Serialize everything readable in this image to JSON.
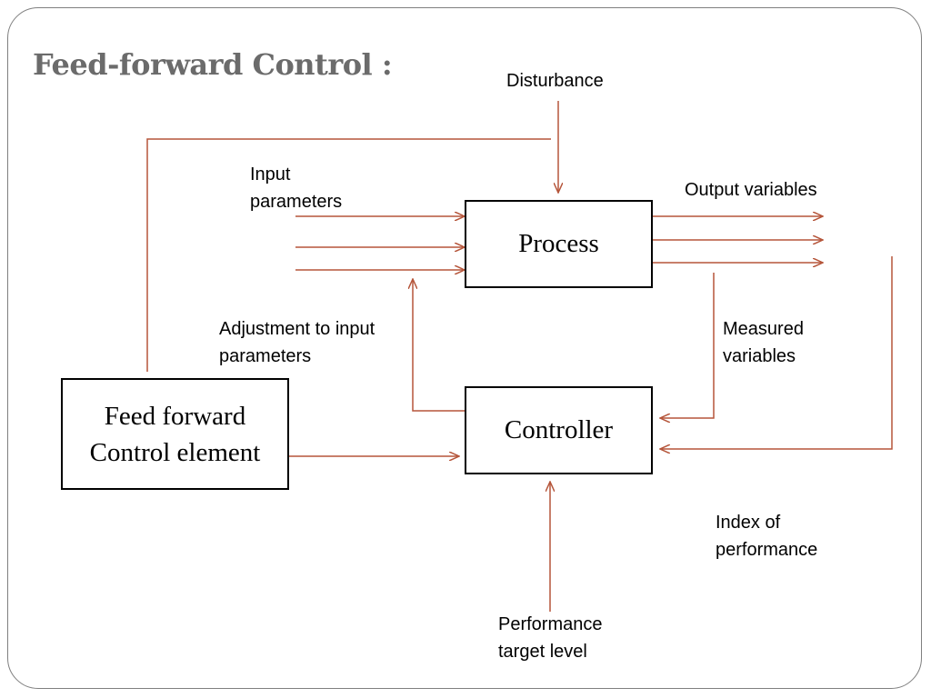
{
  "slide": {
    "title": "Feed-forward Control :"
  },
  "boxes": {
    "process": "Process",
    "controller": "Controller",
    "feed_forward_line1": "Feed forward",
    "feed_forward_line2": "Control element"
  },
  "labels": {
    "disturbance": "Disturbance",
    "input_parameters_line1": "Input",
    "input_parameters_line2": "parameters",
    "output_variables": "Output variables",
    "adjustment_line1": "Adjustment to input",
    "adjustment_line2": "parameters",
    "measured_line1": "Measured",
    "measured_line2": "variables",
    "index_line1": "Index of",
    "index_line2": "performance",
    "target_line1": "Performance",
    "target_line2": "target level"
  },
  "colors": {
    "connector": "#b5553a",
    "title": "#6b6b6b",
    "box_border": "#000000",
    "frame_border": "#7f7f7f"
  }
}
